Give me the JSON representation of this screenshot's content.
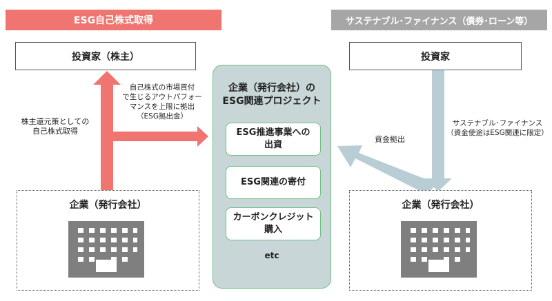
{
  "banners": {
    "left": "ESG自己株式取得",
    "right": "サステナブル･ファイナンス（債券･ローン等）"
  },
  "investors": {
    "left": "投資家（株主）",
    "right": "投資家"
  },
  "corporations": {
    "left": "企業（発行会社）",
    "right": "企業（発行会社）"
  },
  "center": {
    "title_line1": "企業（発行会社）の",
    "title_line2": "ESG関連プロジェクト",
    "items": [
      {
        "line1": "ESG推進事業への",
        "line2": "出資"
      },
      {
        "line1": "ESG関連の寄付",
        "line2": ""
      },
      {
        "line1": "カーボンクレジット",
        "line2": "購入"
      }
    ],
    "etc": "etc"
  },
  "labels": {
    "buyback_line1": "株主還元策としての",
    "buyback_line2": "自己株式取得",
    "outperform_line1": "自己株式の市場買付",
    "outperform_line2": "で生じるアウトパフォー",
    "outperform_line3": "マンスを上限に拠出",
    "outperform_line4": "（ESG拠出金）",
    "finance_line1": "サステナブル･ファイナンス",
    "finance_line2": "（資金使途はESG関連に限定）",
    "fund_contribution": "資金拠出"
  },
  "colors": {
    "red": "#f07470",
    "gray": "#a6a6a6",
    "blue_arrow": "#b8cdd4",
    "panel_fill": "#c9d6d8",
    "panel_border": "#6fbf84",
    "building": "#7f7f7f"
  }
}
